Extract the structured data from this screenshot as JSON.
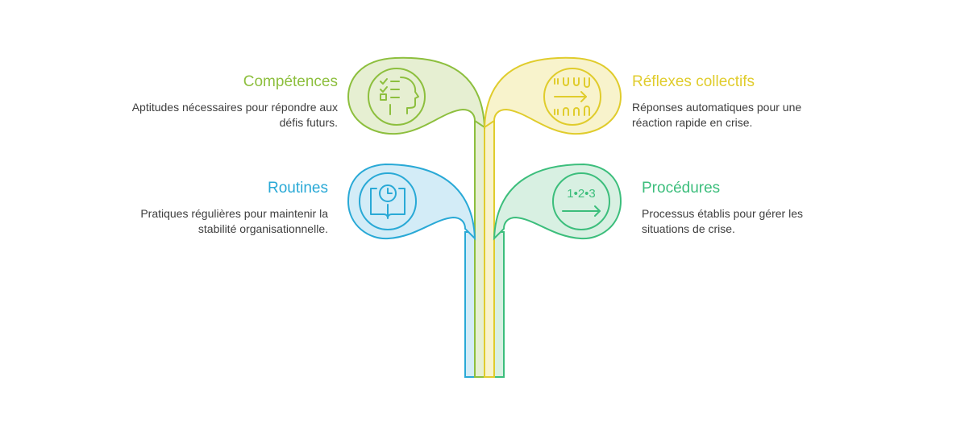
{
  "colors": {
    "competences": "#8dbf3e",
    "reflexes": "#e0cc2c",
    "routines": "#29a9d6",
    "procedures": "#3cbe7c",
    "competences_fill": "#e6efd2",
    "reflexes_fill": "#f8f3cc",
    "routines_fill": "#d3ecf7",
    "procedures_fill": "#d8f0e2",
    "text": "#3e3e3e"
  },
  "items": {
    "competences": {
      "title": "Compétences",
      "description": "Aptitudes nécessaires pour répondre aux défis futurs.",
      "icon": "checklist-head-icon"
    },
    "reflexes": {
      "title": "Réflexes collectifs",
      "description": "Réponses automatiques pour une réaction rapide en crise.",
      "icon": "reflex-arrow-icon"
    },
    "routines": {
      "title": "Routines",
      "description": "Pratiques régulières pour maintenir la stabilité organisationnelle.",
      "icon": "clock-book-icon"
    },
    "procedures": {
      "title": "Procédures",
      "description": "Processus établis pour gérer les situations de crise.",
      "icon": "steps-arrow-icon",
      "icon_text": "1•2•3"
    }
  }
}
